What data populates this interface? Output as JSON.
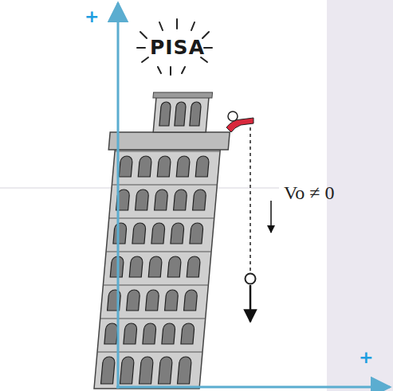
{
  "diagram": {
    "labels": [
      "PISA",
      "+",
      "+",
      "Vo ≠ 0"
    ]
  }
}
